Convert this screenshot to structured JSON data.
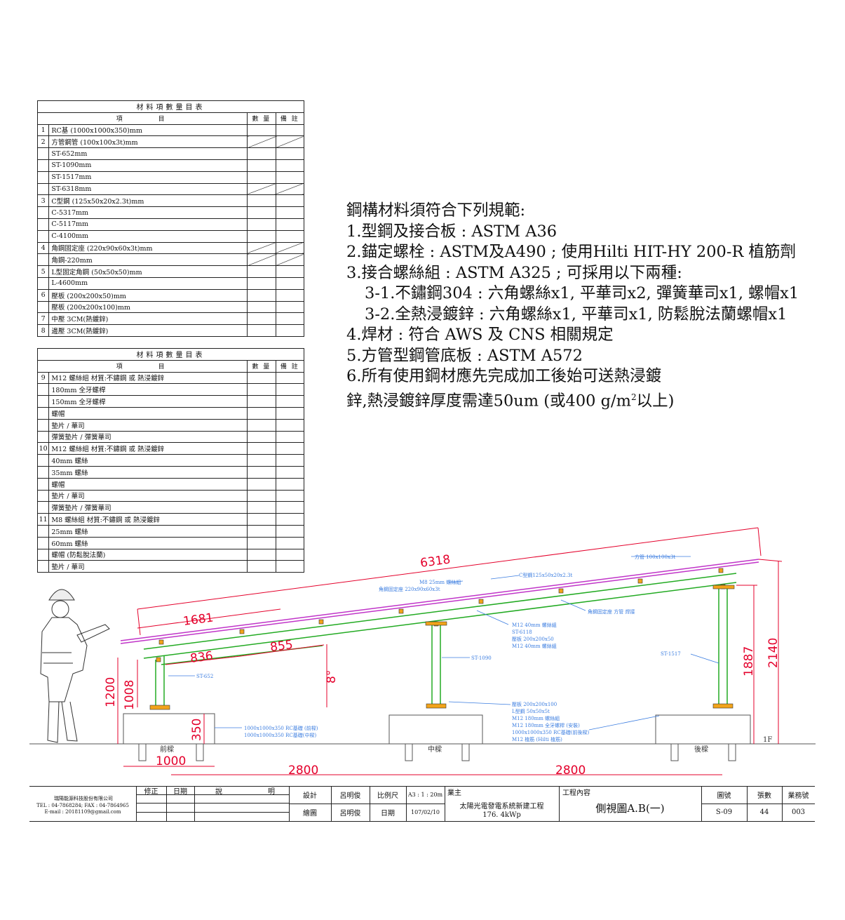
{
  "table1": {
    "title": "材料項數量目表",
    "headers": {
      "item": "項　　　目",
      "qty": "數 量",
      "remark": "備 註"
    },
    "rows": [
      {
        "no": "1",
        "item": "RC基 (1000x1000x350)mm",
        "diag": false
      },
      {
        "no": "2",
        "item": "方管鋼管 (100x100x3t)mm",
        "diag": true
      },
      {
        "no": "",
        "item": "ST-652mm",
        "diag": false
      },
      {
        "no": "",
        "item": "ST-1090mm",
        "diag": false
      },
      {
        "no": "",
        "item": "ST-1517mm",
        "diag": false
      },
      {
        "no": "",
        "item": "ST-6318mm",
        "diag": true
      },
      {
        "no": "3",
        "item": "C型鋼 (125x50x20x2.3t)mm",
        "diag": false
      },
      {
        "no": "",
        "item": "C-5317mm",
        "diag": false
      },
      {
        "no": "",
        "item": "C-5117mm",
        "diag": false
      },
      {
        "no": "",
        "item": "C-4100mm",
        "diag": false
      },
      {
        "no": "4",
        "item": "角鋼固定座 (220x90x60x3t)mm",
        "diag": true
      },
      {
        "no": "",
        "item": "角鋼-220mm",
        "diag": true
      },
      {
        "no": "5",
        "item": "L型固定角鋼 (50x50x50)mm",
        "diag": false
      },
      {
        "no": "",
        "item": "L-4600mm",
        "diag": false
      },
      {
        "no": "6",
        "item": "壓板 (200x200x50)mm",
        "diag": false
      },
      {
        "no": "",
        "item": "壓板 (200x200x100)mm",
        "diag": false
      },
      {
        "no": "7",
        "item": "中壓 3CM(熱鍍鋅)",
        "diag": false
      },
      {
        "no": "8",
        "item": "邊壓 3CM(熱鍍鋅)",
        "diag": false
      }
    ]
  },
  "table2": {
    "title": "材料項數量目表",
    "headers": {
      "item": "項　　　目",
      "qty": "數 量",
      "remark": "備 註"
    },
    "rows": [
      {
        "no": "9",
        "item": "M12 螺絲組 材質:不鏽鋼 或 熱浸鍍鋅"
      },
      {
        "no": "",
        "item": "180mm 全牙螺桿"
      },
      {
        "no": "",
        "item": "150mm 全牙螺桿"
      },
      {
        "no": "",
        "item": "螺帽"
      },
      {
        "no": "",
        "item": "墊片 / 華司"
      },
      {
        "no": "",
        "item": "彈簧墊片 / 彈簧華司"
      },
      {
        "no": "10",
        "item": "M12 螺絲組 材質:不鏽鋼 或 熱浸鍍鋅"
      },
      {
        "no": "",
        "item": "40mm 螺絲"
      },
      {
        "no": "",
        "item": "35mm 螺絲"
      },
      {
        "no": "",
        "item": "螺帽"
      },
      {
        "no": "",
        "item": "墊片 / 華司"
      },
      {
        "no": "",
        "item": "彈簧墊片 / 彈簧華司"
      },
      {
        "no": "11",
        "item": "M8 螺絲組 材質:不鏽鋼 或 熱浸鍍鋅"
      },
      {
        "no": "",
        "item": "25mm 螺絲"
      },
      {
        "no": "",
        "item": "60mm 螺絲"
      },
      {
        "no": "",
        "item": "螺帽 (防鬆脫法蘭)"
      },
      {
        "no": "",
        "item": "墊片 / 華司"
      }
    ]
  },
  "spec": {
    "l0": "鋼構材料須符合下列規範:",
    "l1": "1.型鋼及接合板 : ASTM  A36",
    "l2": "2.錨定螺栓 : ASTM及A490 ; 使用Hilti HIT-HY 200-R 植筋劑",
    "l3": "3.接合螺絲組 : ASTM  A325 ; 可採用以下兩種:",
    "l4": "3-1.不鏽鋼304 : 六角螺絲x1, 平華司x2, 彈簧華司x1, 螺帽x1",
    "l5": "3-2.全熱浸鍍鋅 : 六角螺絲x1, 平華司x1, 防鬆脫法蘭螺帽x1",
    "l6": "4.焊材 : 符合 AWS 及 CNS 相關規定",
    "l7": "5.方管型鋼管底板 : ASTM  A572",
    "l8": "6.所有使用鋼材應先完成加工後始可送熱浸鍍",
    "l9a": "鋅,熱浸鍍鋅厚度需達50um (或400 g/m",
    "l9sup": "2",
    "l9b": "以上)"
  },
  "dims": {
    "d6318": "6318",
    "d1681": "1681",
    "d855": "855",
    "d836": "836",
    "d8": "8°",
    "d1200": "1200",
    "d1008": "1008",
    "d350": "350",
    "d1000": "1000",
    "d2800a": "2800",
    "d2800b": "2800",
    "d1887": "1887",
    "d2140": "2140",
    "dGL": "1F"
  },
  "labels": {
    "front": "前樑",
    "middle": "中樑",
    "rear": "後樑",
    "st652": "ST-652",
    "st1090": "ST-1090",
    "st1517": "ST-1517",
    "st6118": "ST-6118",
    "a1": "M8 25mm 螺絲組",
    "a2": "角鋼固定座 220x90x60x3t",
    "a3": "C型鋼125x50x20x2.3t",
    "a4": "角鋼固定座 方管 焊接",
    "a5": "方管 100x100x3t",
    "a6": "M12 40mm 螺絲組",
    "a7": "壓板 200x200x50",
    "a8": "M12 40mm 螺絲組",
    "a9": "壓板 200x200x100",
    "a10": "L型鋼 50x50x5t",
    "a11": "M12 180mm 螺絲組",
    "a12": "M12 180mm 全牙螺桿 (安裝)",
    "a13": "1000x1000x350 RC基礎 (前樑)",
    "a14": "M12 植筋 (Hilti 植筋)",
    "a15": "1000x1000x350 RC基礎(前後樑)",
    "a16": "1000x1000x350 RC基礎(中樑)"
  },
  "titleblock": {
    "company": "瑞陽能源科技股份有限公司",
    "tel": "TEL : 04-7868284; FAX : 04-7864965",
    "email": "E-mail : 20181109@gmail.com",
    "rev": "修正",
    "date_h": "日期",
    "desc": "說",
    "desc2": "明",
    "design": "設計",
    "designer": "呂明俊",
    "scale_h": "比例尺",
    "scale": "A3 : 1 : 20m",
    "draw": "繪圖",
    "drawer": "呂明俊",
    "date2_h": "日期",
    "date": "107/02/10",
    "owner_h": "業主",
    "project": "太陽光電發電系統新建工程",
    "capacity": "176. 4kWp",
    "content_h": "工程內容",
    "content": "側視圖A.B(一)",
    "drawing_no_h": "圖號",
    "drawing_no": "S-09",
    "sheets_h": "張數",
    "sheets": "44",
    "job_h": "業務號",
    "job": "003"
  },
  "colors": {
    "rail": "#c034c8",
    "cbeam": "#22aa22",
    "dim": "#e4002b",
    "note": "#3b7de0"
  }
}
